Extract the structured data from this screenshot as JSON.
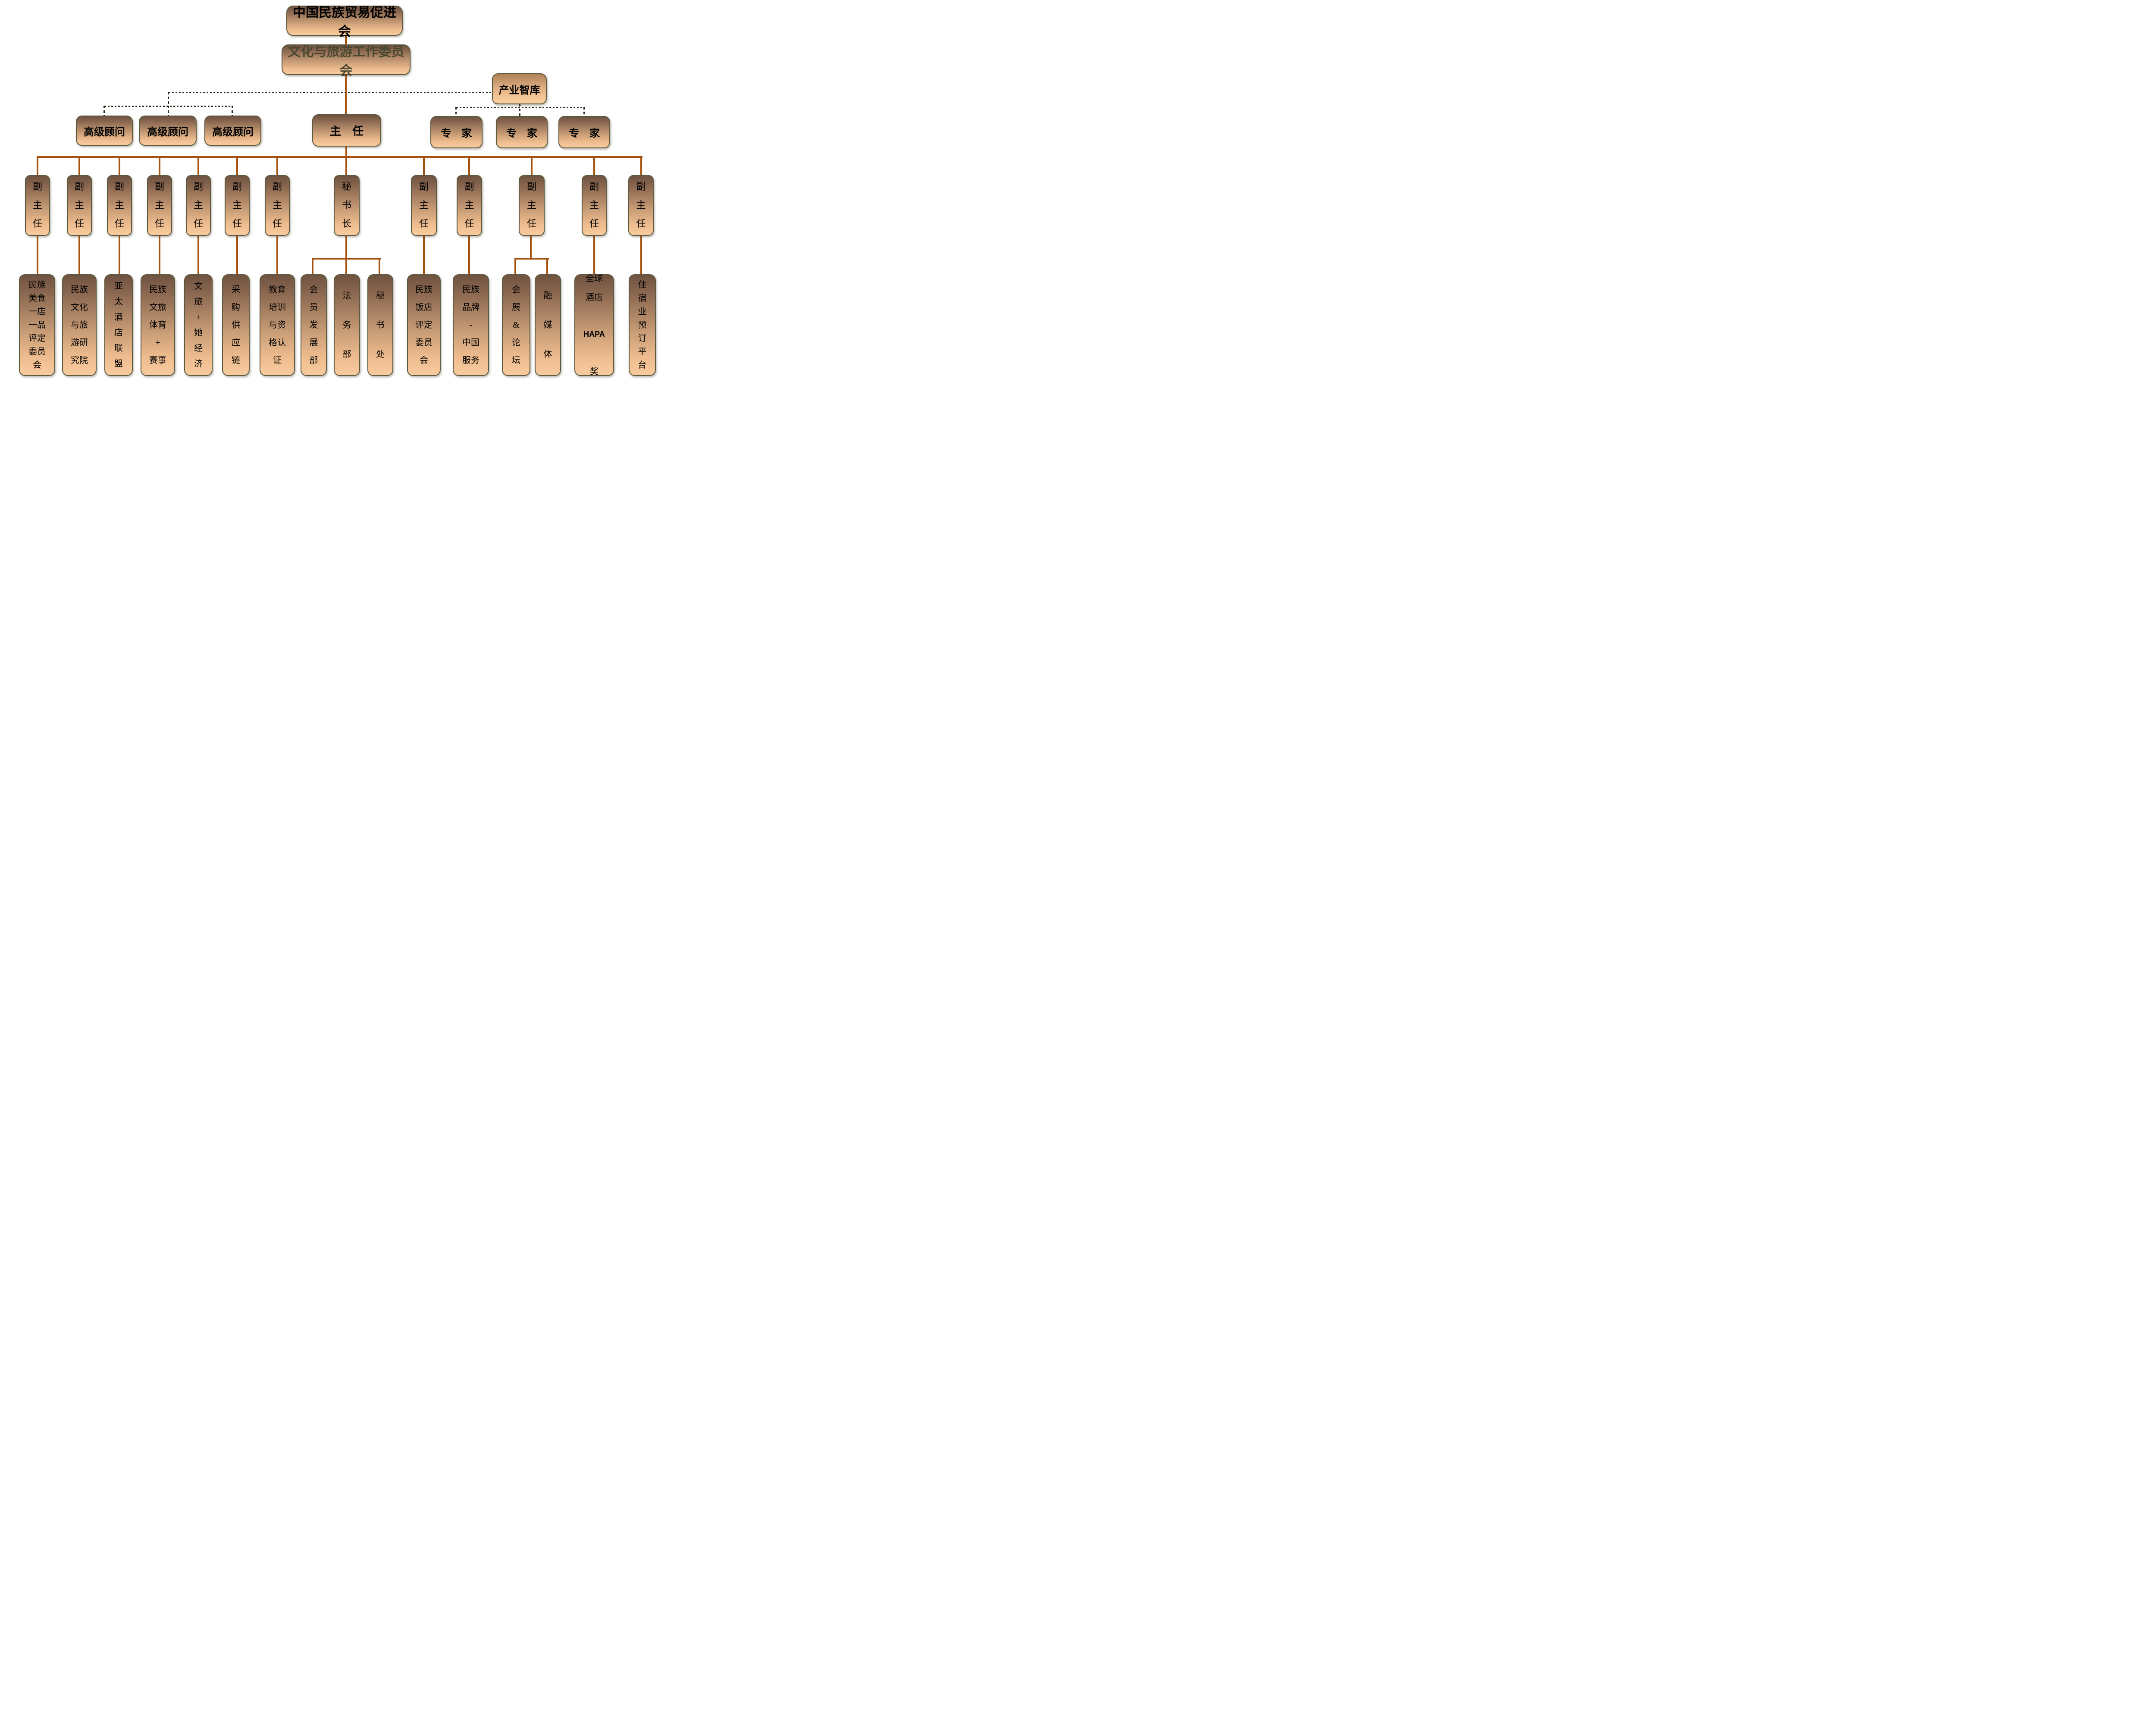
{
  "palette": {
    "background": "#FFFFFF",
    "connector_solid": "#A5520E",
    "connector_dotted": "#2B2717",
    "box_border": "#5C5A40",
    "box_gradient_top": "#6F5340",
    "box_gradient_bottom": "#F8CB9E",
    "think_tank_gradient_top": "#B08057",
    "committee_text": "#4A4730",
    "text": "#000000"
  },
  "chart": {
    "type": "org-chart",
    "root": {
      "label": "中国民族贸易促进会"
    },
    "committee": {
      "label": "文化与旅游工作委员会"
    },
    "think_tank": {
      "label": "产业智库"
    },
    "director": {
      "label": "主　任",
      "text": "主任"
    },
    "senior_advisors": [
      {
        "label": "高级顾问"
      },
      {
        "label": "高级顾问"
      },
      {
        "label": "高级顾问"
      }
    ],
    "experts": [
      {
        "label": "专　家",
        "text": "专家"
      },
      {
        "label": "专　家",
        "text": "专家"
      },
      {
        "label": "专　家",
        "text": "专家"
      }
    ],
    "middle_row": [
      {
        "role": "deputy-director",
        "label": "副\n主\n任",
        "text": "副主任"
      },
      {
        "role": "deputy-director",
        "label": "副\n主\n任",
        "text": "副主任"
      },
      {
        "role": "deputy-director",
        "label": "副\n主\n任",
        "text": "副主任"
      },
      {
        "role": "deputy-director",
        "label": "副\n主\n任",
        "text": "副主任"
      },
      {
        "role": "deputy-director",
        "label": "副\n主\n任",
        "text": "副主任"
      },
      {
        "role": "deputy-director",
        "label": "副\n主\n任",
        "text": "副主任"
      },
      {
        "role": "deputy-director",
        "label": "副\n主\n任",
        "text": "副主任"
      },
      {
        "role": "secretary-general",
        "label": "秘\n书\n长",
        "text": "秘书长"
      },
      {
        "role": "deputy-director",
        "label": "副\n主\n任",
        "text": "副主任"
      },
      {
        "role": "deputy-director",
        "label": "副\n主\n任",
        "text": "副主任"
      },
      {
        "role": "deputy-director",
        "label": "副\n主\n任",
        "text": "副主任"
      },
      {
        "role": "deputy-director",
        "label": "副\n主\n任",
        "text": "副主任"
      },
      {
        "role": "deputy-director",
        "label": "副\n主\n任",
        "text": "副主任"
      }
    ],
    "departments": [
      {
        "label": "民族\n美食\n一店\n一品\n评定\n委员\n会",
        "text": "民族美食一店一品评定委员会"
      },
      {
        "label": "民族\n文化\n与旅\n游研\n究院",
        "text": "民族文化与旅游研究院"
      },
      {
        "label": "亚\n太\n酒\n店\n联\n盟",
        "text": "亚太酒店联盟"
      },
      {
        "label": "民族\n文旅\n体育\n+\n赛事",
        "text": "民族文旅体育+赛事"
      },
      {
        "label": "文\n旅\n+\n她\n经\n济",
        "text": "文旅+她经济"
      },
      {
        "label": "采\n购\n供\n应\n链",
        "text": "采购供应链"
      },
      {
        "label": "教育\n培训\n与资\n格认\n证",
        "text": "教育培训与资格认证"
      },
      {
        "label": "会\n员\n发\n展\n部",
        "text": "会员发展部"
      },
      {
        "label": "法\n务\n部",
        "text": "法务部"
      },
      {
        "label": "秘\n书\n处",
        "text": "秘书处"
      },
      {
        "label": "民族\n饭店\n评定\n委员\n会",
        "text": "民族饭店评定委员会"
      },
      {
        "label": "民族\n品牌\n-\n中国\n服务",
        "text": "民族品牌-中国服务"
      },
      {
        "label": "会\n展\n&\n论\n坛",
        "text": "会展&论坛"
      },
      {
        "label": "融\n媒\n体",
        "text": "融媒体"
      },
      {
        "line1": "全球\n酒店",
        "line2": "HAPA",
        "line3": "奖",
        "text": "全球酒店HAPA奖"
      },
      {
        "label": "住\n宿\n业\n预\n订\n平\n台",
        "text": "住宿业预订平台"
      }
    ]
  }
}
